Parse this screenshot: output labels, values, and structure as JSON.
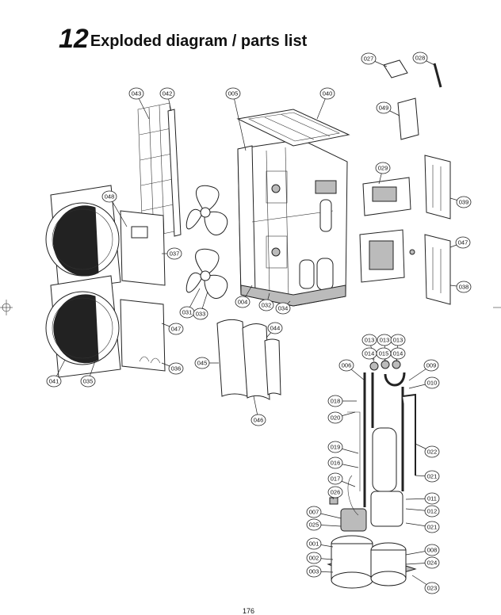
{
  "header": {
    "section_number": "12",
    "section_title": "Exploded diagram / parts list"
  },
  "footer": {
    "page_number": "176"
  },
  "callouts": [
    {
      "id": "cl-001",
      "label": "001"
    },
    {
      "id": "cl-002",
      "label": "002"
    },
    {
      "id": "cl-003",
      "label": "003"
    },
    {
      "id": "cl-004",
      "label": "004"
    },
    {
      "id": "cl-005",
      "label": "005"
    },
    {
      "id": "cl-006",
      "label": "006"
    },
    {
      "id": "cl-007",
      "label": "007"
    },
    {
      "id": "cl-008",
      "label": "008"
    },
    {
      "id": "cl-009",
      "label": "009"
    },
    {
      "id": "cl-010",
      "label": "010"
    },
    {
      "id": "cl-011",
      "label": "011"
    },
    {
      "id": "cl-012",
      "label": "012"
    },
    {
      "id": "cl-013a",
      "label": "013"
    },
    {
      "id": "cl-013b",
      "label": "013"
    },
    {
      "id": "cl-013c",
      "label": "013"
    },
    {
      "id": "cl-014a",
      "label": "014"
    },
    {
      "id": "cl-014b",
      "label": "014"
    },
    {
      "id": "cl-015",
      "label": "015"
    },
    {
      "id": "cl-016",
      "label": "016"
    },
    {
      "id": "cl-017",
      "label": "017"
    },
    {
      "id": "cl-018",
      "label": "018"
    },
    {
      "id": "cl-019",
      "label": "019"
    },
    {
      "id": "cl-020",
      "label": "020"
    },
    {
      "id": "cl-021a",
      "label": "021"
    },
    {
      "id": "cl-021b",
      "label": "021"
    },
    {
      "id": "cl-022",
      "label": "022"
    },
    {
      "id": "cl-023",
      "label": "023"
    },
    {
      "id": "cl-024",
      "label": "024"
    },
    {
      "id": "cl-025",
      "label": "025"
    },
    {
      "id": "cl-026",
      "label": "026"
    },
    {
      "id": "cl-027",
      "label": "027"
    },
    {
      "id": "cl-028",
      "label": "028"
    },
    {
      "id": "cl-029",
      "label": "029"
    },
    {
      "id": "cl-031",
      "label": "031"
    },
    {
      "id": "cl-032",
      "label": "032"
    },
    {
      "id": "cl-033",
      "label": "033"
    },
    {
      "id": "cl-034",
      "label": "034"
    },
    {
      "id": "cl-035",
      "label": "035"
    },
    {
      "id": "cl-036",
      "label": "036"
    },
    {
      "id": "cl-037",
      "label": "037"
    },
    {
      "id": "cl-038",
      "label": "038"
    },
    {
      "id": "cl-039",
      "label": "039"
    },
    {
      "id": "cl-040",
      "label": "040"
    },
    {
      "id": "cl-041",
      "label": "041"
    },
    {
      "id": "cl-042",
      "label": "042"
    },
    {
      "id": "cl-043",
      "label": "043"
    },
    {
      "id": "cl-044",
      "label": "044"
    },
    {
      "id": "cl-045",
      "label": "045"
    },
    {
      "id": "cl-046",
      "label": "046"
    },
    {
      "id": "cl-047a",
      "label": "047"
    },
    {
      "id": "cl-047b",
      "label": "047"
    },
    {
      "id": "cl-048",
      "label": "048"
    },
    {
      "id": "cl-049",
      "label": "049"
    }
  ]
}
